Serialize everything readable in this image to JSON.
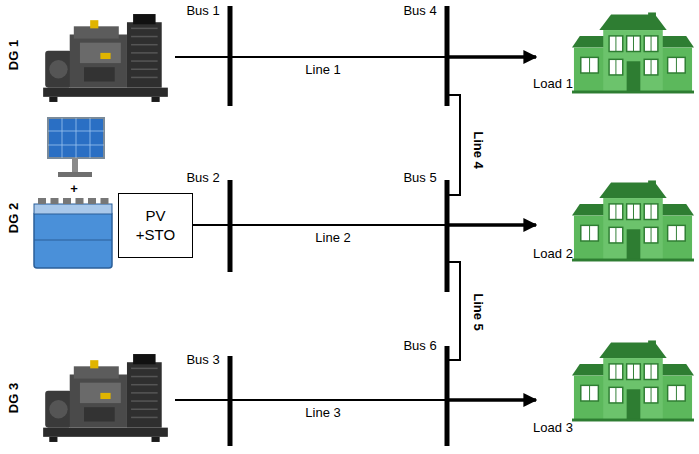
{
  "diagram": {
    "nodes": [
      {
        "text": [
          "PV +STO"
        ]
      }
    ],
    "labels": [
      "DG 1",
      "Bus 1",
      "Bus 4",
      "Line 1",
      "Load 1",
      "Line 4",
      "+",
      "DG 2",
      "Bus 2",
      "Bus 5",
      "Line 2",
      "Load 2",
      "Line 5",
      "DG 3",
      "Bus 3",
      "Bus 6",
      "Line 3",
      "Load 3"
    ]
  }
}
